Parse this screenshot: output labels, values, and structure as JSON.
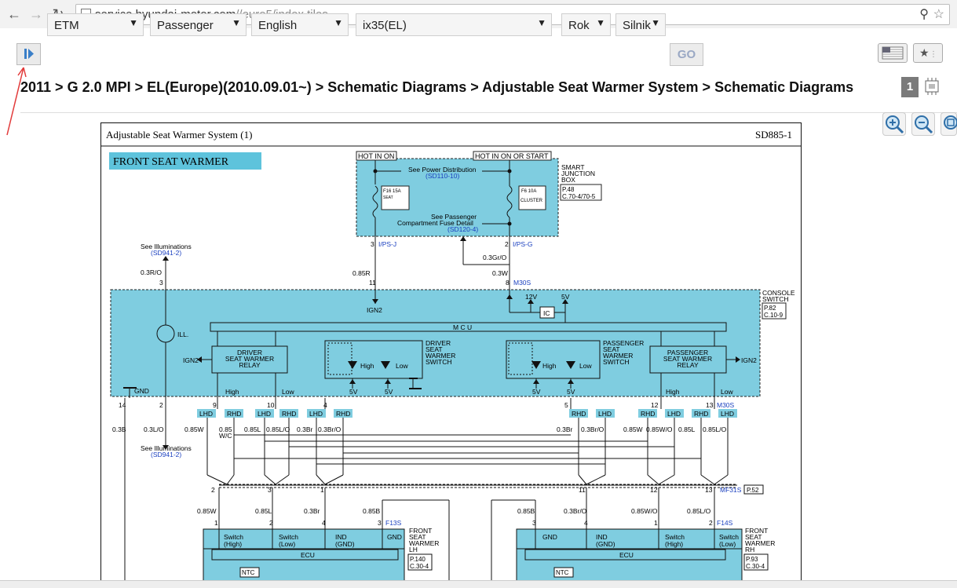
{
  "browser": {
    "url_host": "service.hyundai-motor.com",
    "url_path": "//euro5/index.tiles"
  },
  "toolbar": {
    "selects": [
      {
        "id": "type",
        "value": "ETM"
      },
      {
        "id": "category",
        "value": "Passenger"
      },
      {
        "id": "language",
        "value": "English"
      },
      {
        "id": "model",
        "value": "ix35(EL)"
      },
      {
        "id": "year",
        "value": "Rok"
      },
      {
        "id": "engine",
        "value": "Silnik"
      }
    ],
    "go_label": "GO"
  },
  "breadcrumb": "2011 > G 2.0 MPI > EL(Europe)(2010.09.01~) > Schematic Diagrams > Adjustable Seat Warmer System > Schematic Diagrams",
  "page_number": "1",
  "diagram": {
    "title": "Adjustable Seat Warmer System (1)",
    "code": "SD885-1",
    "section": "FRONT SEAT WARMER",
    "hot_in_on": "HOT IN ON",
    "hot_in_on_start": "HOT IN ON OR START",
    "sjb_label": [
      "SMART",
      "JUNCTION",
      "BOX"
    ],
    "sjb_ref": [
      "P.48",
      "C.70-4/70-5"
    ],
    "see_power": "See Power Distribution",
    "see_power_ref": "(SD110-10)",
    "see_passenger": "See Passenger",
    "fuse_detail": "Compartment Fuse Detail",
    "fuse_detail_ref": "(SD120-4)",
    "fuse1": "F16 15A",
    "fuse1_sub": "SEAT",
    "fuse2": "F6 10A",
    "fuse2_sub": "CLUSTER",
    "see_illum": "See Illuminations",
    "see_illum_ref": "(SD941-2)",
    "ips_j": "I/PS-J",
    "ips_g": "I/PS-G",
    "m30s": "M30S",
    "mf31s": "MF31S",
    "p52": "P.52",
    "f13s": "F13S",
    "f14s": "F14S",
    "console_label": [
      "CONSOLE",
      "SWITCH"
    ],
    "console_ref": [
      "P.82",
      "C.10-9"
    ],
    "mcu": "M C U",
    "ign2": "IGN2",
    "v12": "12V",
    "v5": "5V",
    "ic": "IC",
    "ill": "ILL.",
    "gnd": "GND",
    "high": "High",
    "low": "Low",
    "driver_relay": [
      "DRIVER",
      "SEAT WARMER",
      "RELAY"
    ],
    "passenger_relay": [
      "PASSENGER",
      "SEAT WARMER",
      "RELAY"
    ],
    "driver_switch": [
      "DRIVER",
      "SEAT",
      "WARMER",
      "SWITCH"
    ],
    "passenger_switch": [
      "PASSENGER",
      "SEAT",
      "WARMER",
      "SWITCH"
    ],
    "lhd": "LHD",
    "rhd": "RHD",
    "ecu": "ECU",
    "ntc": "NTC",
    "lh_label": [
      "FRONT",
      "SEAT",
      "WARMER",
      "LH"
    ],
    "lh_ref": [
      "P.140",
      "C.30-4"
    ],
    "rh_label": [
      "FRONT",
      "SEAT",
      "WARMER",
      "RH"
    ],
    "rh_ref": [
      "P.93",
      "C.30-4"
    ],
    "pin_switch_high": [
      "Switch",
      "(High)"
    ],
    "pin_switch_low": [
      "Switch",
      "(Low)"
    ],
    "pin_ind": [
      "IND",
      "(GND)"
    ],
    "w_03ro": "0.3R/O",
    "w_085r": "0.85R",
    "w_03gro": "0.3Gr/O",
    "w_03w": "0.3W",
    "w_03b": "0.3B",
    "w_03lo": "0.3L/O",
    "w_085w": "0.85W",
    "w_085": "0.85",
    "w_wc": "W/C",
    "w_085l": "0.85L",
    "w_085lo": "0.85L/O",
    "w_03br": "0.3Br",
    "w_03bro": "0.3Br/O",
    "w_085wo": "0.85W/O",
    "w_085b": "0.85B",
    "w_03bro2": "0.3Br/O",
    "w_085wo2": "0.85W/O",
    "n2": "2",
    "n3": "3",
    "n1": "1",
    "n4": "4",
    "n5": "5",
    "n8": "8",
    "n9": "9",
    "n10": "10",
    "n11": "11",
    "n12": "12",
    "n13": "13",
    "n14": "14"
  },
  "colors": {
    "diagram_fill": "#7fcde0",
    "accent_link": "#1a3fbf",
    "section_bg": "#5ec3dc"
  }
}
